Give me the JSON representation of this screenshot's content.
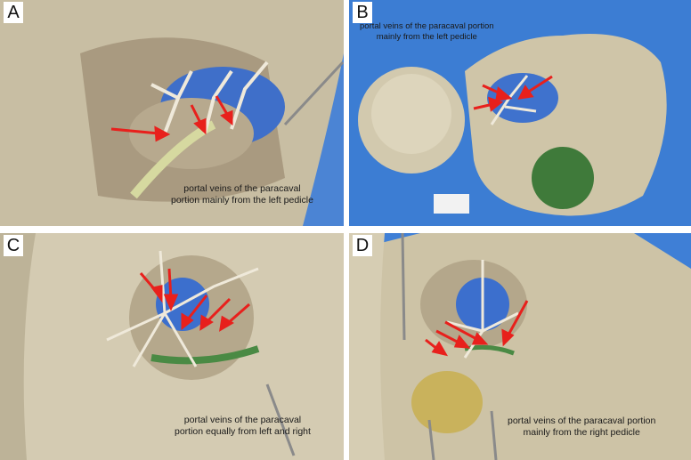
{
  "panels": {
    "A": {
      "letter": "A",
      "caption": [
        "portal veins of the paracaval",
        "portion mainly from the left pedicle"
      ]
    },
    "B": {
      "letter": "B",
      "caption": [
        "portal veins of the paracaval portion",
        "mainly from the left pedicle"
      ]
    },
    "C": {
      "letter": "C",
      "caption": [
        "portal veins of the paracaval",
        "portion equally from  left and right"
      ]
    },
    "D": {
      "letter": "D",
      "caption": [
        "portal veins of the paracaval portion",
        "mainly from the right pedicle"
      ]
    }
  },
  "colors": {
    "background_blue": "#3f7fd6",
    "liver": "#c9bfa2",
    "vessel": "#ece6d6",
    "arrow": "#e8201c",
    "green_stain": "#3f7a3a"
  }
}
